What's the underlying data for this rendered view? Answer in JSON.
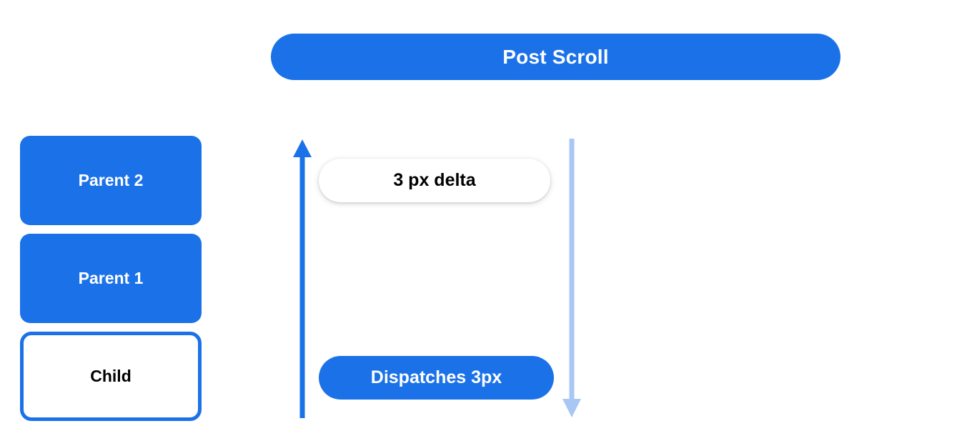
{
  "diagram": {
    "title": "Post Scroll",
    "colors": {
      "primary_blue": "#1b72e8",
      "light_blue": "#a8c7f5",
      "text_dark": "#000000",
      "text_light": "#ffffff",
      "background": "#ffffff"
    },
    "header": {
      "label": "Post Scroll"
    },
    "node_stack": [
      {
        "label": "Parent 2",
        "style": "filled"
      },
      {
        "label": "Parent 1",
        "style": "filled"
      },
      {
        "label": "Child",
        "style": "outlined"
      }
    ],
    "annotations": {
      "delta_pill": "3 px delta",
      "dispatch_pill": "Dispatches 3px"
    },
    "arrows": [
      {
        "name": "scroll-up-arrow",
        "direction": "up",
        "color": "#1b72e8"
      },
      {
        "name": "scroll-down-arrow",
        "direction": "down",
        "color": "#a8c7f5"
      }
    ]
  }
}
